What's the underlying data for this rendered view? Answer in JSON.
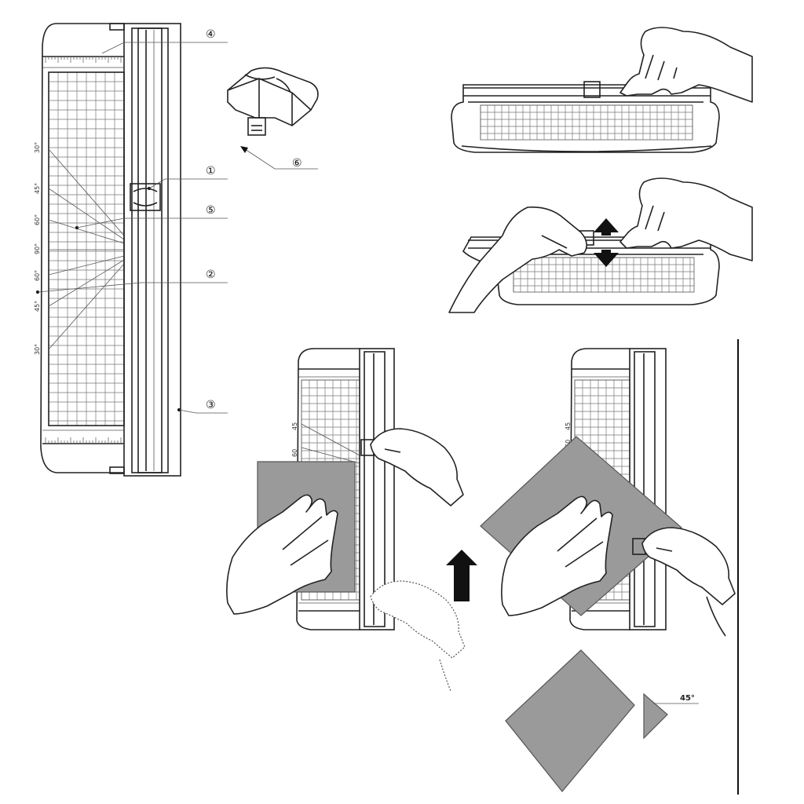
{
  "callouts": {
    "c4": "④",
    "c1": "①",
    "c5": "⑤",
    "c2": "②",
    "c3": "③",
    "c6": "⑥"
  },
  "angles": {
    "a30_top": "30°",
    "a45_top": "45°",
    "a60_top": "60°",
    "a90": "90°",
    "a60_bot": "60°",
    "a45_bot": "45°",
    "a30_bot": "30°"
  },
  "step3": {
    "a45": "45",
    "a60": "60"
  },
  "step4": {
    "a45": "45",
    "a60": "60"
  },
  "result": {
    "angle": "45°"
  },
  "icons": {
    "up_arrow": "up-arrow-icon",
    "double_arrow": "up-down-arrow-icon"
  }
}
